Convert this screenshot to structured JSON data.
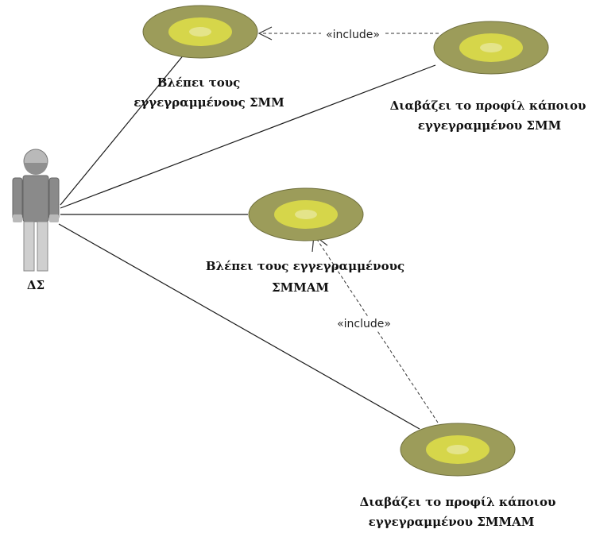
{
  "diagram": {
    "type": "uml-use-case",
    "colors": {
      "ellipse_outer": "#9c9c5a",
      "ellipse_inner": "#d6d64a",
      "ellipse_core": "#e4e48a",
      "line": "#1a1a1a",
      "actor_head": "#b9b9b9",
      "actor_body": "#8a8a8a",
      "actor_legs": "#cfcfcf"
    },
    "actor": {
      "name": "ΔΣ",
      "icon": "stick-figure-actor-icon"
    },
    "use_cases": {
      "uc1": {
        "lines": [
          "Βλέπει τους",
          "εγγεγραμμένους ΣΜΜ"
        ]
      },
      "uc2": {
        "lines": [
          "Διαβάζει το προφίλ κάποιου",
          "εγγεγραμμένου ΣΜΜ"
        ]
      },
      "uc3": {
        "lines": [
          "Βλέπει τους εγγεγραμμένους",
          "ΣΜΜΑΜ"
        ]
      },
      "uc4": {
        "lines": [
          "Διαβάζει το προφίλ κάποιου",
          "εγγεγραμμένου ΣΜΜΑΜ"
        ]
      }
    },
    "relations": {
      "include_top": {
        "stereotype": "«include»",
        "from": "uc2",
        "to": "uc1"
      },
      "include_bottom": {
        "stereotype": "«include»",
        "from": "uc4",
        "to": "uc3"
      },
      "associations": [
        "uc1",
        "uc2",
        "uc3",
        "uc4"
      ]
    }
  }
}
